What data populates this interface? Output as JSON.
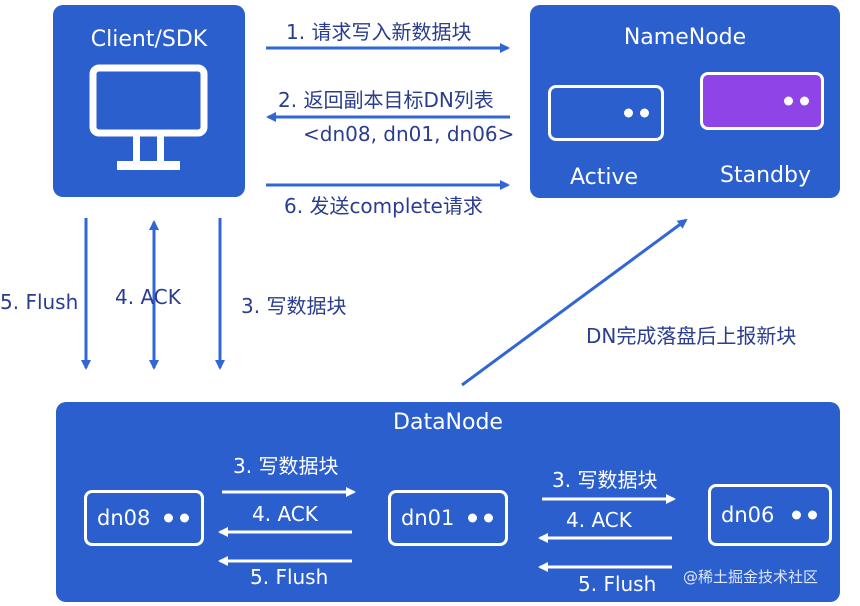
{
  "client": {
    "title": "Client/SDK",
    "icon": "monitor-icon"
  },
  "namenode": {
    "title": "NameNode",
    "active_label": "Active",
    "standby_label": "Standby",
    "standby_color": "#8f44e8"
  },
  "datanode": {
    "title": "DataNode",
    "nodes": [
      "dn08",
      "dn01",
      "dn06"
    ]
  },
  "messages": {
    "m1": "1. 请求写入新数据块",
    "m2": "2. 返回副本目标DN列表",
    "m2_list": "<dn08, dn01, dn06>",
    "m6": "6. 发送complete请求",
    "flush": "5. Flush",
    "ack": "4. ACK",
    "write": "3. 写数据块",
    "report": "DN完成落盘后上报新块"
  },
  "watermark": "@稀土掘金技术社区",
  "colors": {
    "panel": "#2b5fce",
    "arrow": "#3266d4",
    "text_dark": "#2a3d8f"
  }
}
